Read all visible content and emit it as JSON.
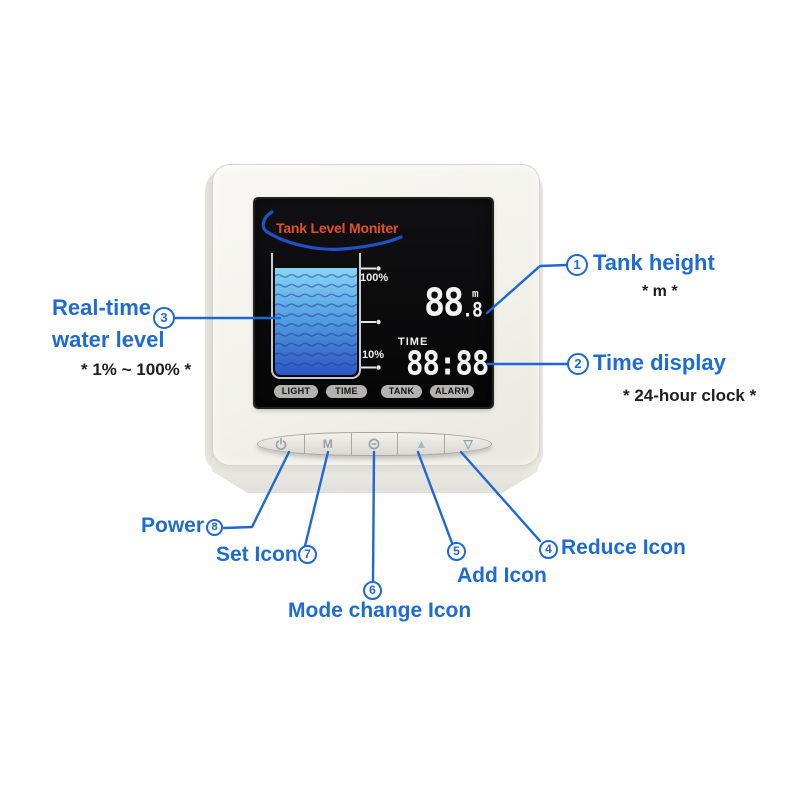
{
  "device": {
    "title": "Tank Level Monitor product diagram",
    "colors": {
      "body": "#f2f1ec",
      "lcd_background": "#0b0b0d",
      "annotation_blue": "#1e68d2",
      "logo_orange": "#e2502b",
      "water_top": "#8ad5f5",
      "water_bottom": "#2d56c1",
      "digit_white": "#f2f2f2"
    },
    "lcd": {
      "logo_text": "Tank Level Moniter",
      "tank_scale": {
        "top_label": "100%",
        "bottom_label": "10%"
      },
      "height_value": "88",
      "height_decimal": ".8",
      "height_unit": "m",
      "time_label": "TIME",
      "time_value": "88:88",
      "membrane_buttons": [
        {
          "label": "LIGHT"
        },
        {
          "label": "TIME"
        },
        {
          "label": "TANK"
        },
        {
          "label": "ALARM"
        }
      ]
    },
    "buttons": [
      {
        "icon": "power-icon",
        "label": ""
      },
      {
        "icon": "mode-m-icon",
        "label": "M"
      },
      {
        "icon": "clock-icon",
        "label": ""
      },
      {
        "icon": "up-triangle-icon",
        "label": "▲"
      },
      {
        "icon": "down-triangle-icon",
        "label": "▽"
      }
    ]
  },
  "annotations": [
    {
      "number": "1",
      "label": "Tank height",
      "sublabel": "* m *"
    },
    {
      "number": "2",
      "label": "Time display",
      "sublabel": "* 24-hour clock *"
    },
    {
      "number": "3",
      "label": "Real-time water level",
      "label_line1": "Real-time",
      "label_line2": "water level",
      "sublabel": "* 1% ~ 100% *"
    },
    {
      "number": "4",
      "label": "Reduce Icon"
    },
    {
      "number": "5",
      "label": "Add Icon"
    },
    {
      "number": "6",
      "label": "Mode change Icon"
    },
    {
      "number": "7",
      "label": "Set Icon"
    },
    {
      "number": "8",
      "label": "Power"
    }
  ]
}
